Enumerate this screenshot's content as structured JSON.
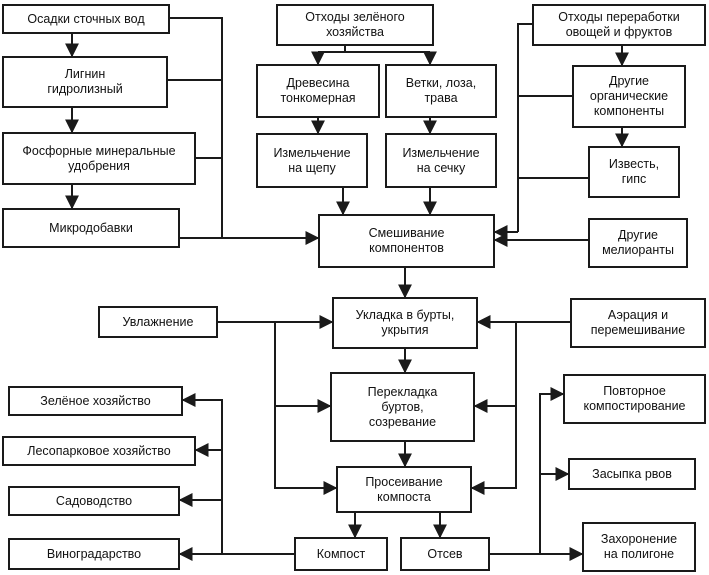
{
  "boxes": {
    "sewage": "Осадки сточных вод",
    "green_waste": "Отходы зелёного\nхозяйства",
    "fruit_waste": "Отходы переработки\nовощей и фруктов",
    "lignin": "Лигнин\nгидролизный",
    "thin_wood": "Древесина\nтонкомерная",
    "branches": "Ветки, лоза,\nтрава",
    "other_organic": "Другие\nорганические\nкомпоненты",
    "phosphate": "Фосфорные минеральные\nудобрения",
    "chips": "Измельчение\nна щепу",
    "chop": "Измельчение\nна сечку",
    "lime": "Известь,\nгипс",
    "micro": "Микродобавки",
    "mixing": "Смешивание\nкомпонентов",
    "ameliorants": "Другие\nмелиоранты",
    "moisten": "Увлажнение",
    "piling": "Укладка в бурты,\nукрытия",
    "aeration": "Аэрация и\nперемешивание",
    "green_econ": "Зелёное хозяйство",
    "turning": "Перекладка\nбуртов,\nсозревание",
    "recompost": "Повторное\nкомпостирование",
    "forest_park": "Лесопарковое  хозяйство",
    "sieving": "Просеивание\nкомпоста",
    "gardening": "Садоводство",
    "ditch": "Засыпка рвов",
    "viticulture": "Виноградарство",
    "compost": "Компост",
    "screenings": "Отсев",
    "landfill": "Захоронение\nна полигоне"
  }
}
